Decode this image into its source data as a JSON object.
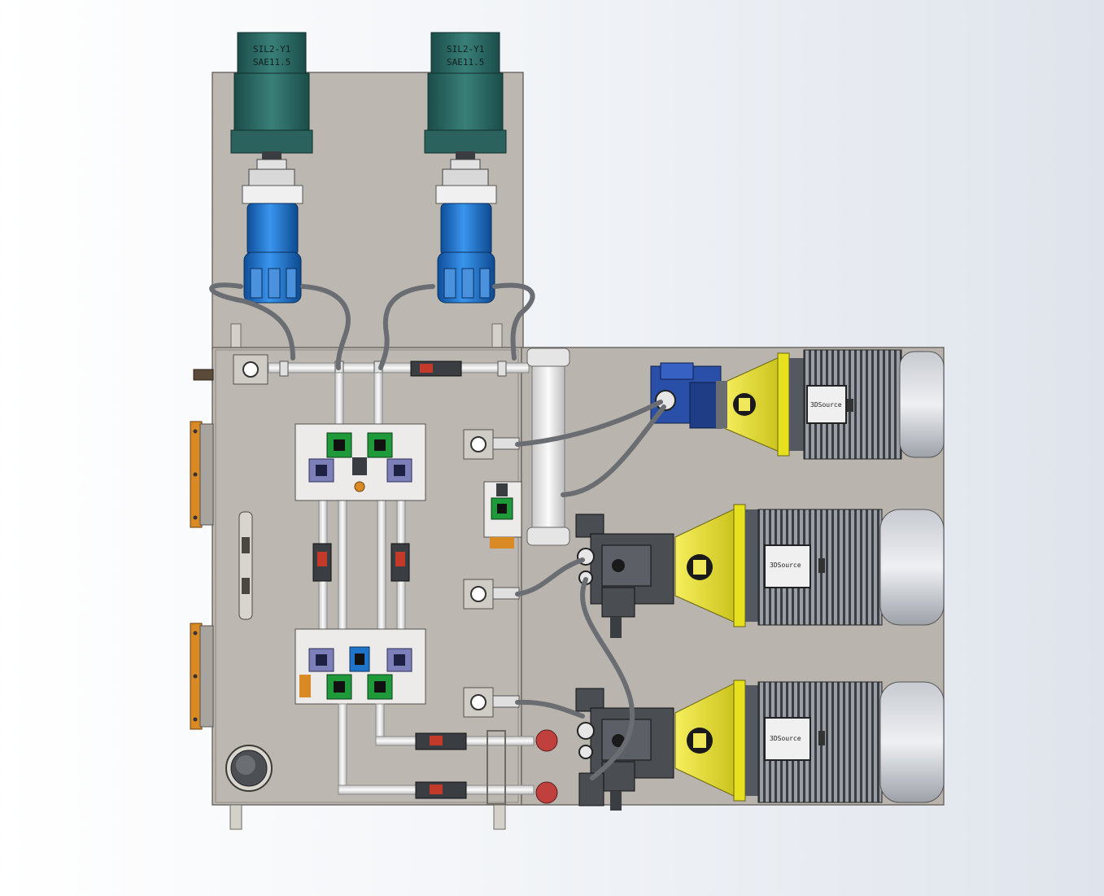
{
  "scene": {
    "description_hidden": false,
    "colors": {
      "background_start": "#ffffff",
      "background_end": "#dfe4ec",
      "plate": "#b9b5ae",
      "plate_edge": "#6e6b66",
      "filter_housing": "#2f6f6a",
      "filter_body": "#1f74c7",
      "motor_body": "#8d9199",
      "motor_flange": "#e6e01e",
      "pump_blue": "#2a4fa8",
      "pump_dark": "#4a4d52",
      "flange_orange": "#d98a25",
      "hose": "#6a6d71",
      "pipe": "#e8e8e8",
      "valve_green": "#1e9a3a",
      "valve_purple": "#7d7fb8",
      "gauge_red": "#c0403e",
      "pressure_switch": "#c43a2a"
    }
  },
  "filters": [
    {
      "id": "filter-left",
      "label_line1": "SIL2-Y1",
      "label_line2": "SAE11.5"
    },
    {
      "id": "filter-right",
      "label_line1": "SIL2-Y1",
      "label_line2": "SAE11.5"
    }
  ],
  "motors": [
    {
      "id": "motor-top",
      "nameplate": "3DSource"
    },
    {
      "id": "motor-middle",
      "nameplate": "3DSource"
    },
    {
      "id": "motor-bottom",
      "nameplate": "3DSource"
    }
  ],
  "pumps": [
    {
      "id": "pump-top",
      "type": "gear-pump",
      "color_key": "pump_blue"
    },
    {
      "id": "pump-middle",
      "type": "piston-pump",
      "color_key": "pump_dark"
    },
    {
      "id": "pump-bottom",
      "type": "piston-pump",
      "color_key": "pump_dark"
    }
  ],
  "valve_blocks": [
    {
      "id": "valve-block-upper"
    },
    {
      "id": "valve-block-lower"
    }
  ]
}
